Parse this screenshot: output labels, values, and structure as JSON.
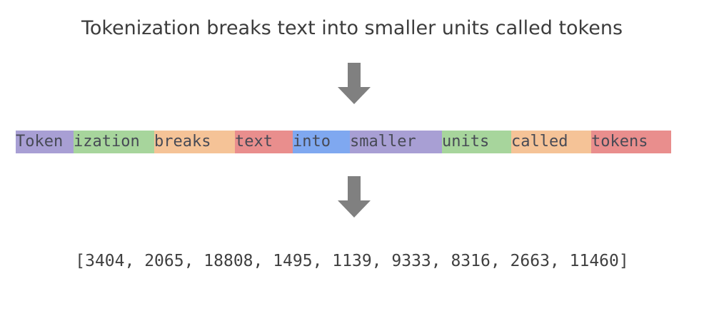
{
  "title": "Tokenization breaks text into smaller units called tokens",
  "arrow_color": "#808080",
  "tokens": [
    {
      "text": "Token",
      "color": "#a89fd4"
    },
    {
      "text": "ization ",
      "color": "#a7d59c"
    },
    {
      "text": "breaks ",
      "color": "#f5c397"
    },
    {
      "text": "text ",
      "color": "#e98e8d"
    },
    {
      "text": "into ",
      "color": "#7fa8f0"
    },
    {
      "text": "smaller ",
      "color": "#a89fd4"
    },
    {
      "text": "units ",
      "color": "#a7d59c"
    },
    {
      "text": "called ",
      "color": "#f5c397"
    },
    {
      "text": "tokens",
      "color": "#e98e8d"
    }
  ],
  "token_ids_text": "[3404, 2065, 18808, 1495, 1139, 9333, 8316, 2663, 11460]"
}
